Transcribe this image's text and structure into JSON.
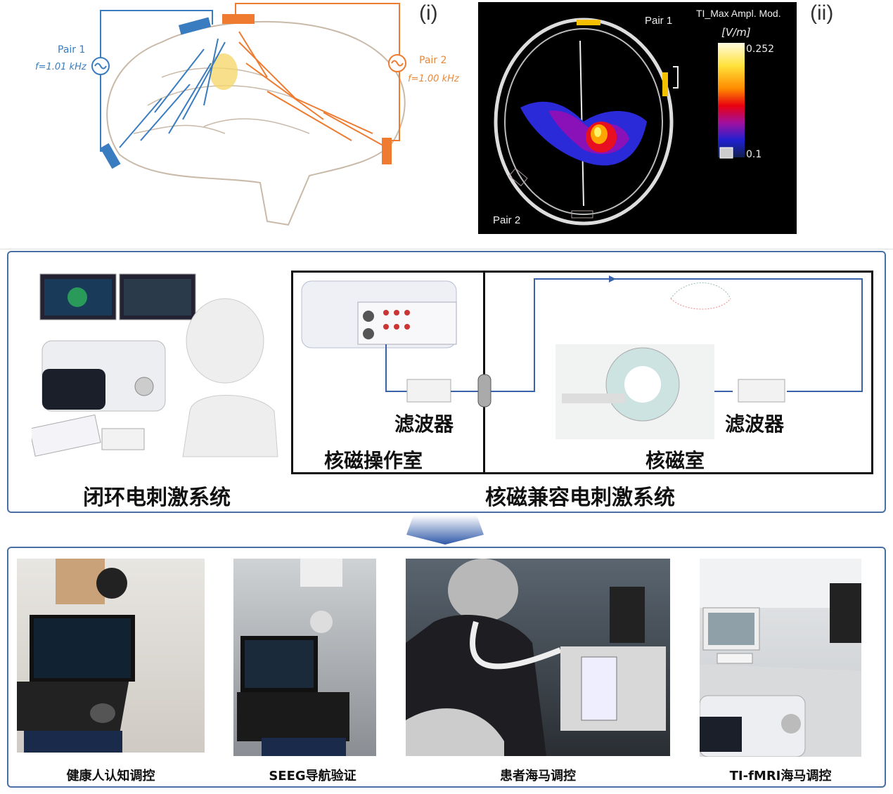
{
  "panel_i": {
    "label": "(i)",
    "pair1": {
      "name": "Pair 1",
      "freq": "f=1.01 kHz",
      "color": "#3a7cc0"
    },
    "pair2": {
      "name": "Pair 2",
      "freq": "f=1.00 kHz",
      "color": "#e8883a"
    }
  },
  "panel_ii": {
    "label": "(ii)",
    "title": "TI_Max Ampl. Mod.",
    "unit": "[V/m]",
    "max": "0.252",
    "min": "0.1",
    "pair1": "Pair 1",
    "pair2": "Pair 2"
  },
  "middle": {
    "left_caption": "闭环电刺激系统",
    "right_caption": "核磁兼容电刺激系统",
    "filter_left": "滤波器",
    "filter_right": "滤波器",
    "control_room": "核磁操作室",
    "mri_room": "核磁室"
  },
  "bottom": {
    "photos": [
      {
        "caption": "健康人认知调控"
      },
      {
        "caption": "SEEG导航验证"
      },
      {
        "caption": "患者海马调控"
      },
      {
        "caption": "TI-fMRI海马调控"
      }
    ]
  },
  "colors": {
    "frame": "#4a6fa5",
    "wire": "#3a62a8"
  }
}
